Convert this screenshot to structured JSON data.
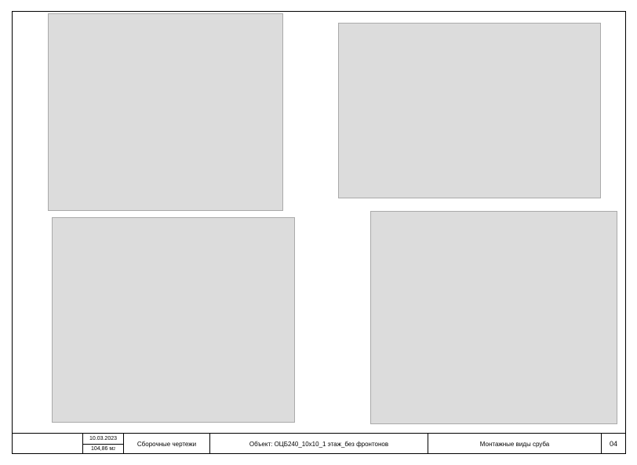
{
  "title_block": {
    "date": "10.03.2023",
    "area": "104,86 м",
    "area_unit_sup": "2",
    "drawings_label": "Сборочные чертежи",
    "object_label": "Объект: ОЦБ240_10х10_1 этаж_без фронтонов",
    "views_label": "Монтажные виды сруба",
    "page_number": "04"
  }
}
